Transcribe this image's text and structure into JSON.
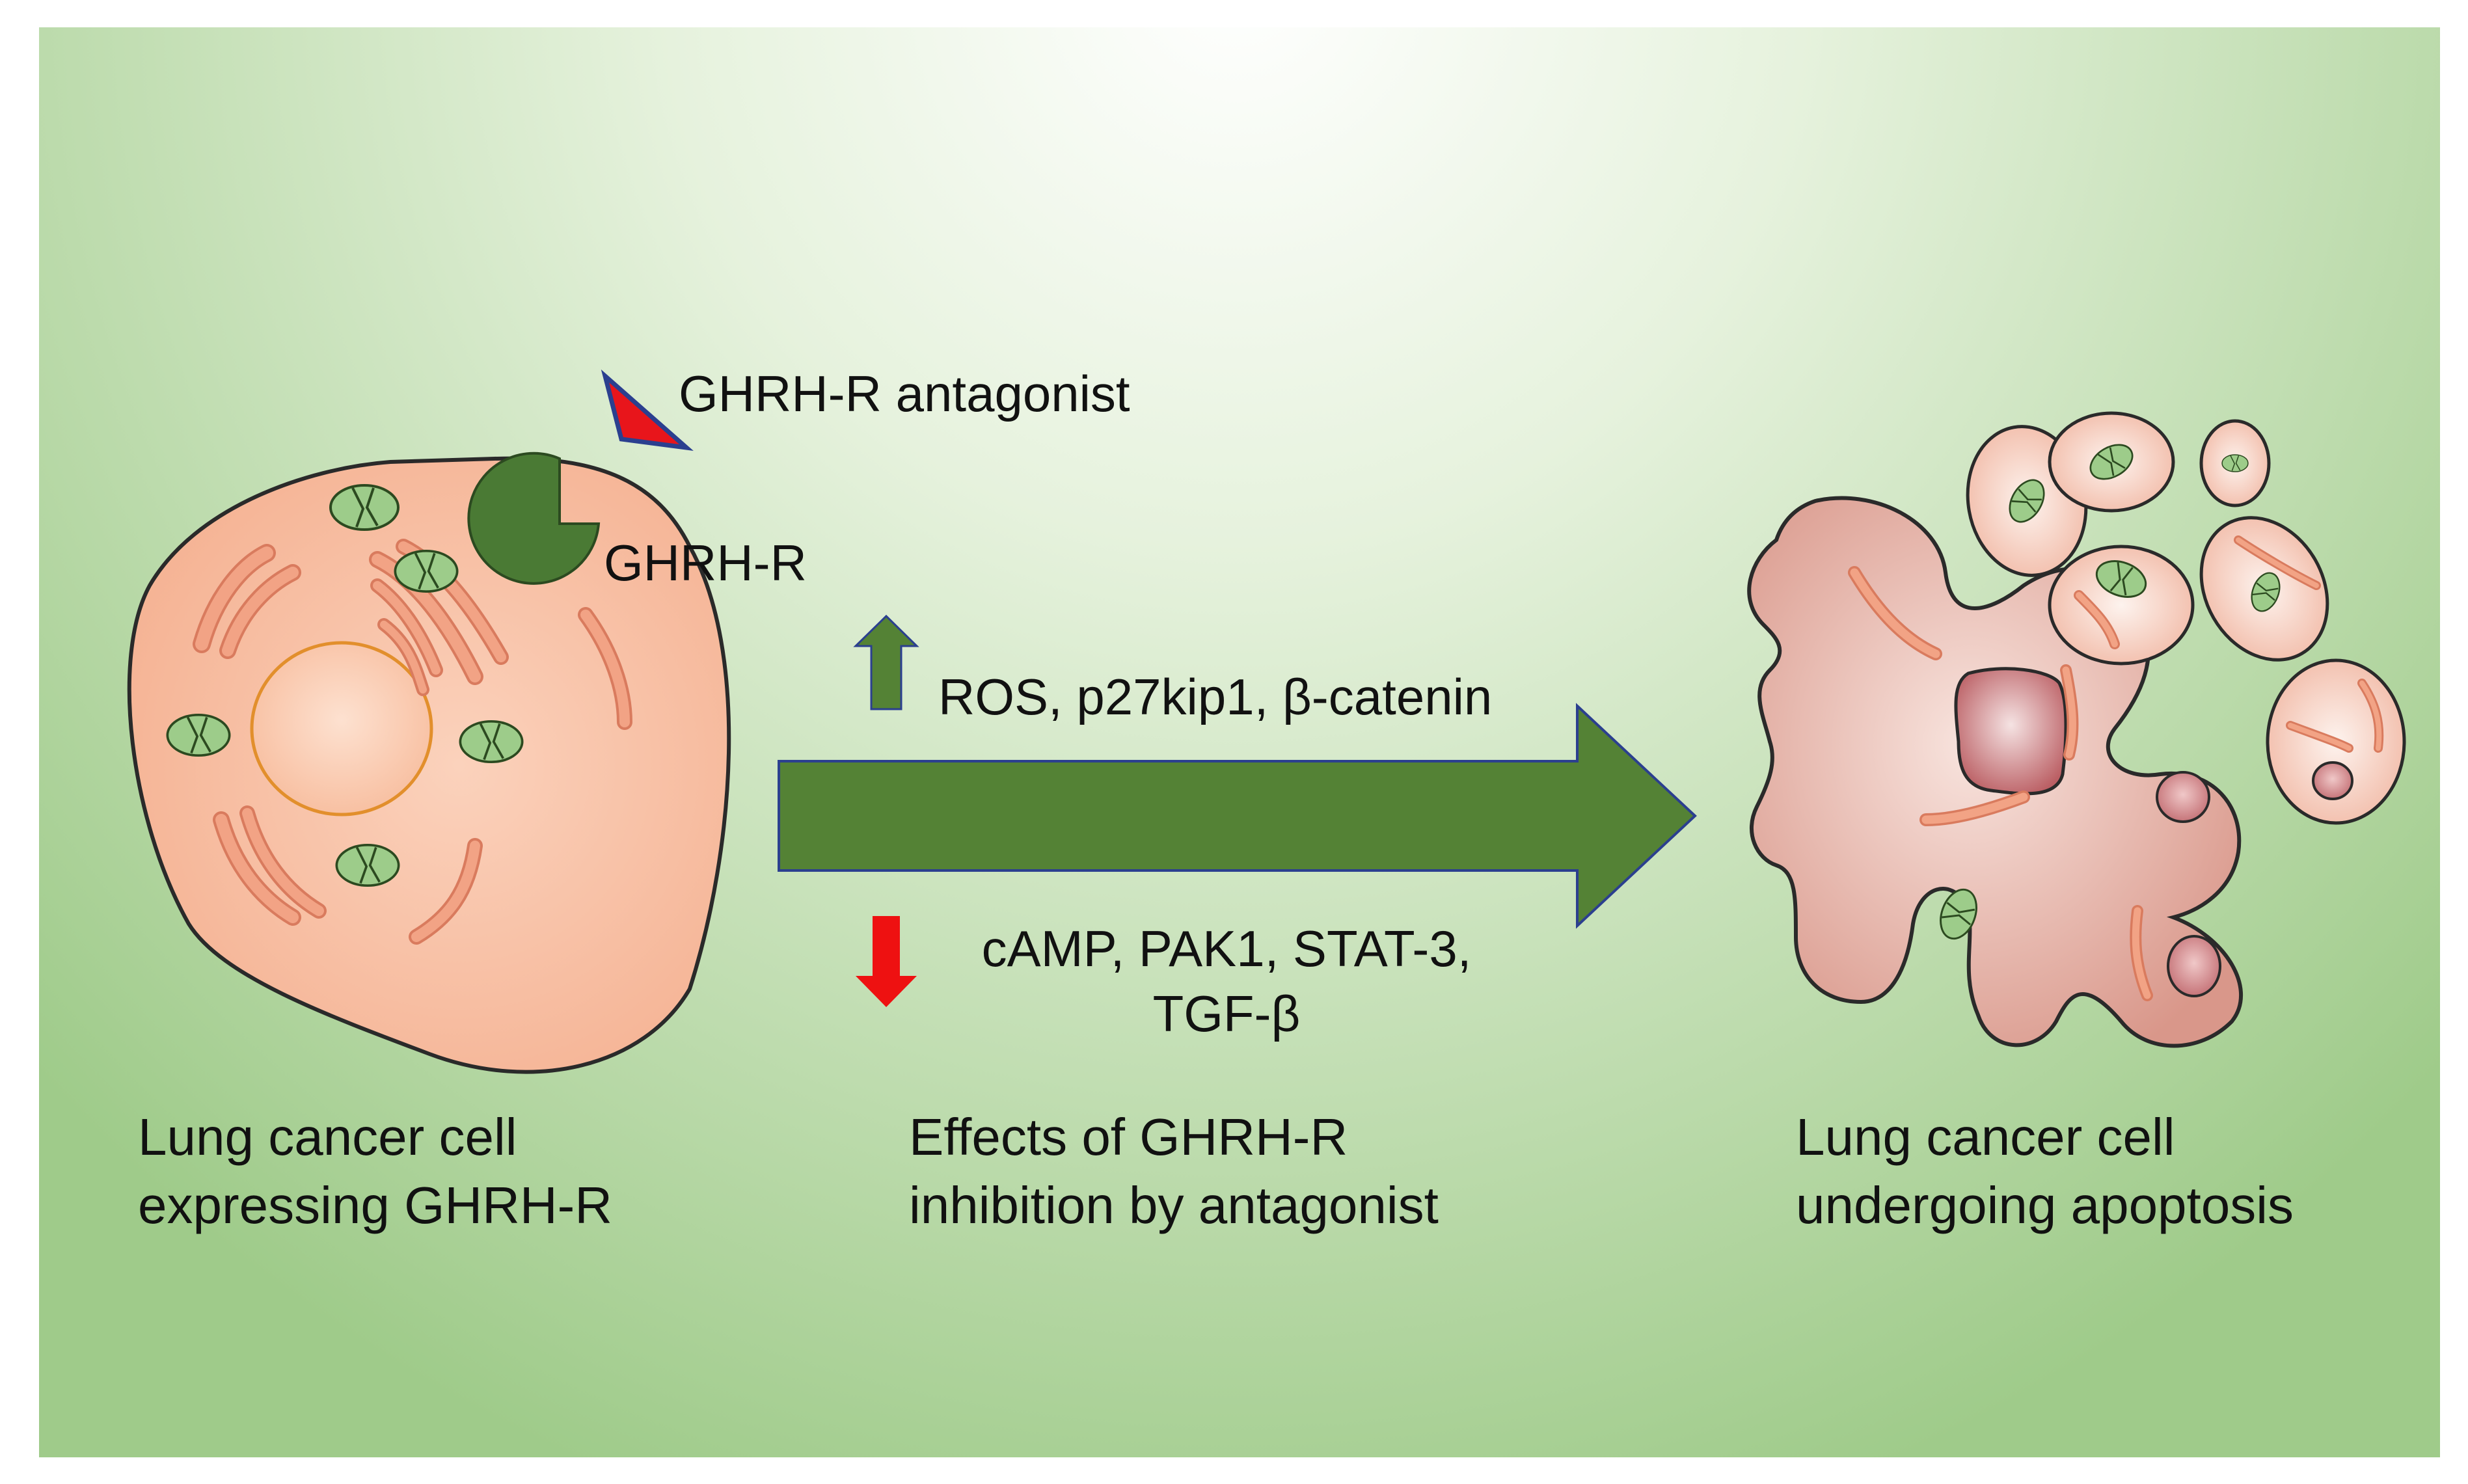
{
  "labels": {
    "antagonist": "GHRH-R antagonist",
    "receptor": "GHRH-R",
    "upregulated": "ROS, p27kip1, β-catenin",
    "downregulated_line1": "cAMP, PAK1, STAT-3,",
    "downregulated_line2": "TGF-β"
  },
  "captions": {
    "left_line1": "Lung cancer cell",
    "left_line2": "expressing GHRH-R",
    "middle_line1": "Effects of GHRH-R",
    "middle_line2": "inhibition by antagonist",
    "right_line1": "Lung cancer cell",
    "right_line2": "undergoing apoptosis"
  },
  "colors": {
    "background_light": "#ffffff",
    "background_green": "#9fcb8a",
    "cell_fill": "#f7c0a4",
    "cell_outline": "#2a2a2a",
    "nucleus": "#fbd0b6",
    "mitochondria": "#9dcc8a",
    "er": "#ef9e80",
    "receptor": "#4a7a34",
    "antagonist": "#e8151b",
    "main_arrow": "#548235",
    "up_arrow": "#548235",
    "down_arrow": "#ee1111",
    "apoptotic_nucleus": "#c86f72",
    "apoptotic_fill": "#e5ab9b"
  },
  "icons": {
    "up": "up-arrow-icon",
    "down": "down-arrow-icon",
    "main": "right-arrow-icon"
  }
}
